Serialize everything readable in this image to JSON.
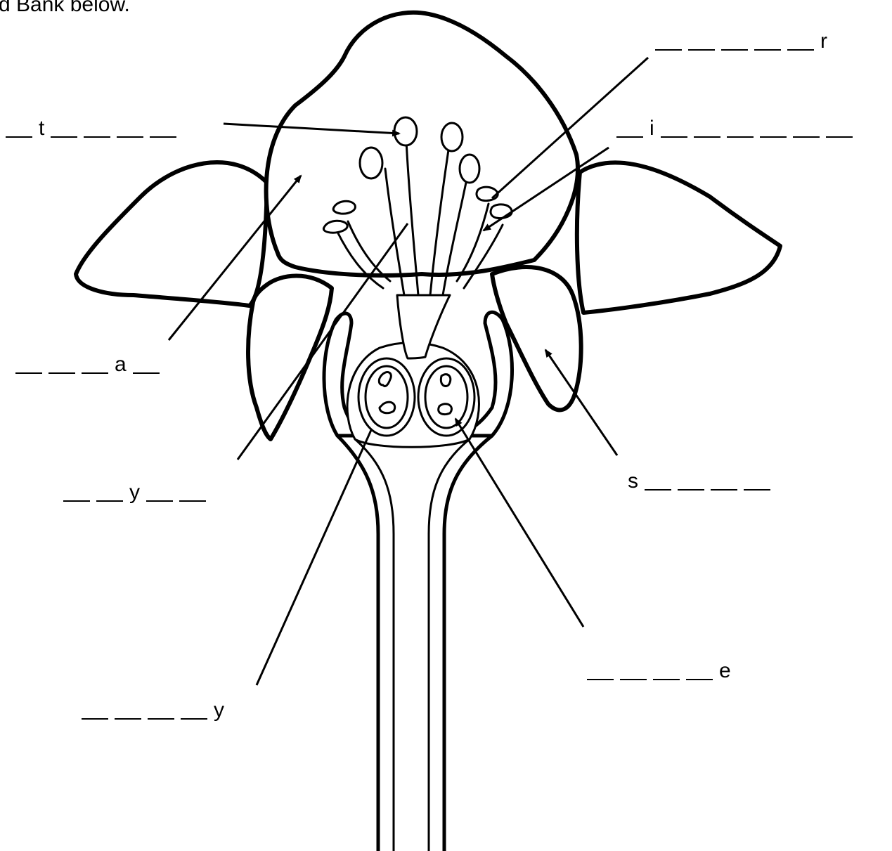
{
  "header": {
    "instruction_fragment": "d Bank below."
  },
  "labels": [
    {
      "id": "t",
      "letter": "t",
      "before": 1,
      "after": 4
    },
    {
      "id": "r",
      "letter": "r",
      "before": 5,
      "after": 0
    },
    {
      "id": "i",
      "letter": "i",
      "before": 1,
      "after": 6
    },
    {
      "id": "a",
      "letter": "a",
      "before": 3,
      "after": 1
    },
    {
      "id": "y1",
      "letter": "y",
      "before": 2,
      "after": 2
    },
    {
      "id": "s",
      "letter": "s",
      "before": 0,
      "after": 4
    },
    {
      "id": "e",
      "letter": "e",
      "before": 4,
      "after": 0
    },
    {
      "id": "y2",
      "letter": "y",
      "before": 4,
      "after": 0
    }
  ]
}
